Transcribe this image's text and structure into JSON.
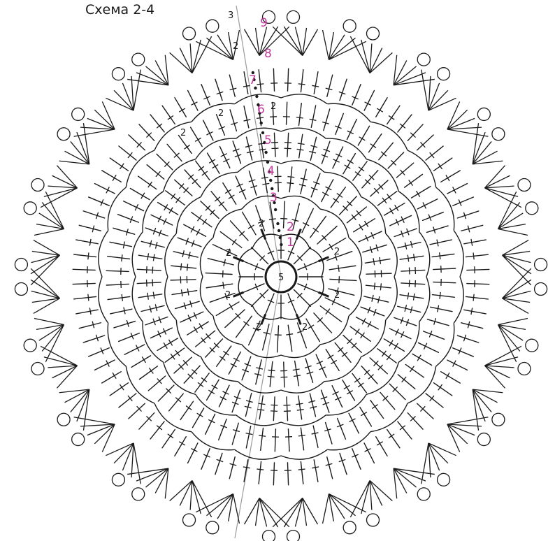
{
  "title": "Схема 2-4",
  "center_label": "5",
  "row_numbers": [
    "1",
    "2",
    "3",
    "4",
    "5",
    "6",
    "7",
    "8",
    "9"
  ],
  "repeat_label_2": "2",
  "repeat_label_3": "3",
  "colors": {
    "ink": "#1a1a1a",
    "row_number": "#c0399a",
    "guide_line": "#9a9a9a",
    "background": "#ffffff"
  },
  "symbols": [
    "chain-stitch",
    "single-crochet",
    "double-crochet",
    "slip-stitch",
    "shell-cluster",
    "picot-loop"
  ]
}
